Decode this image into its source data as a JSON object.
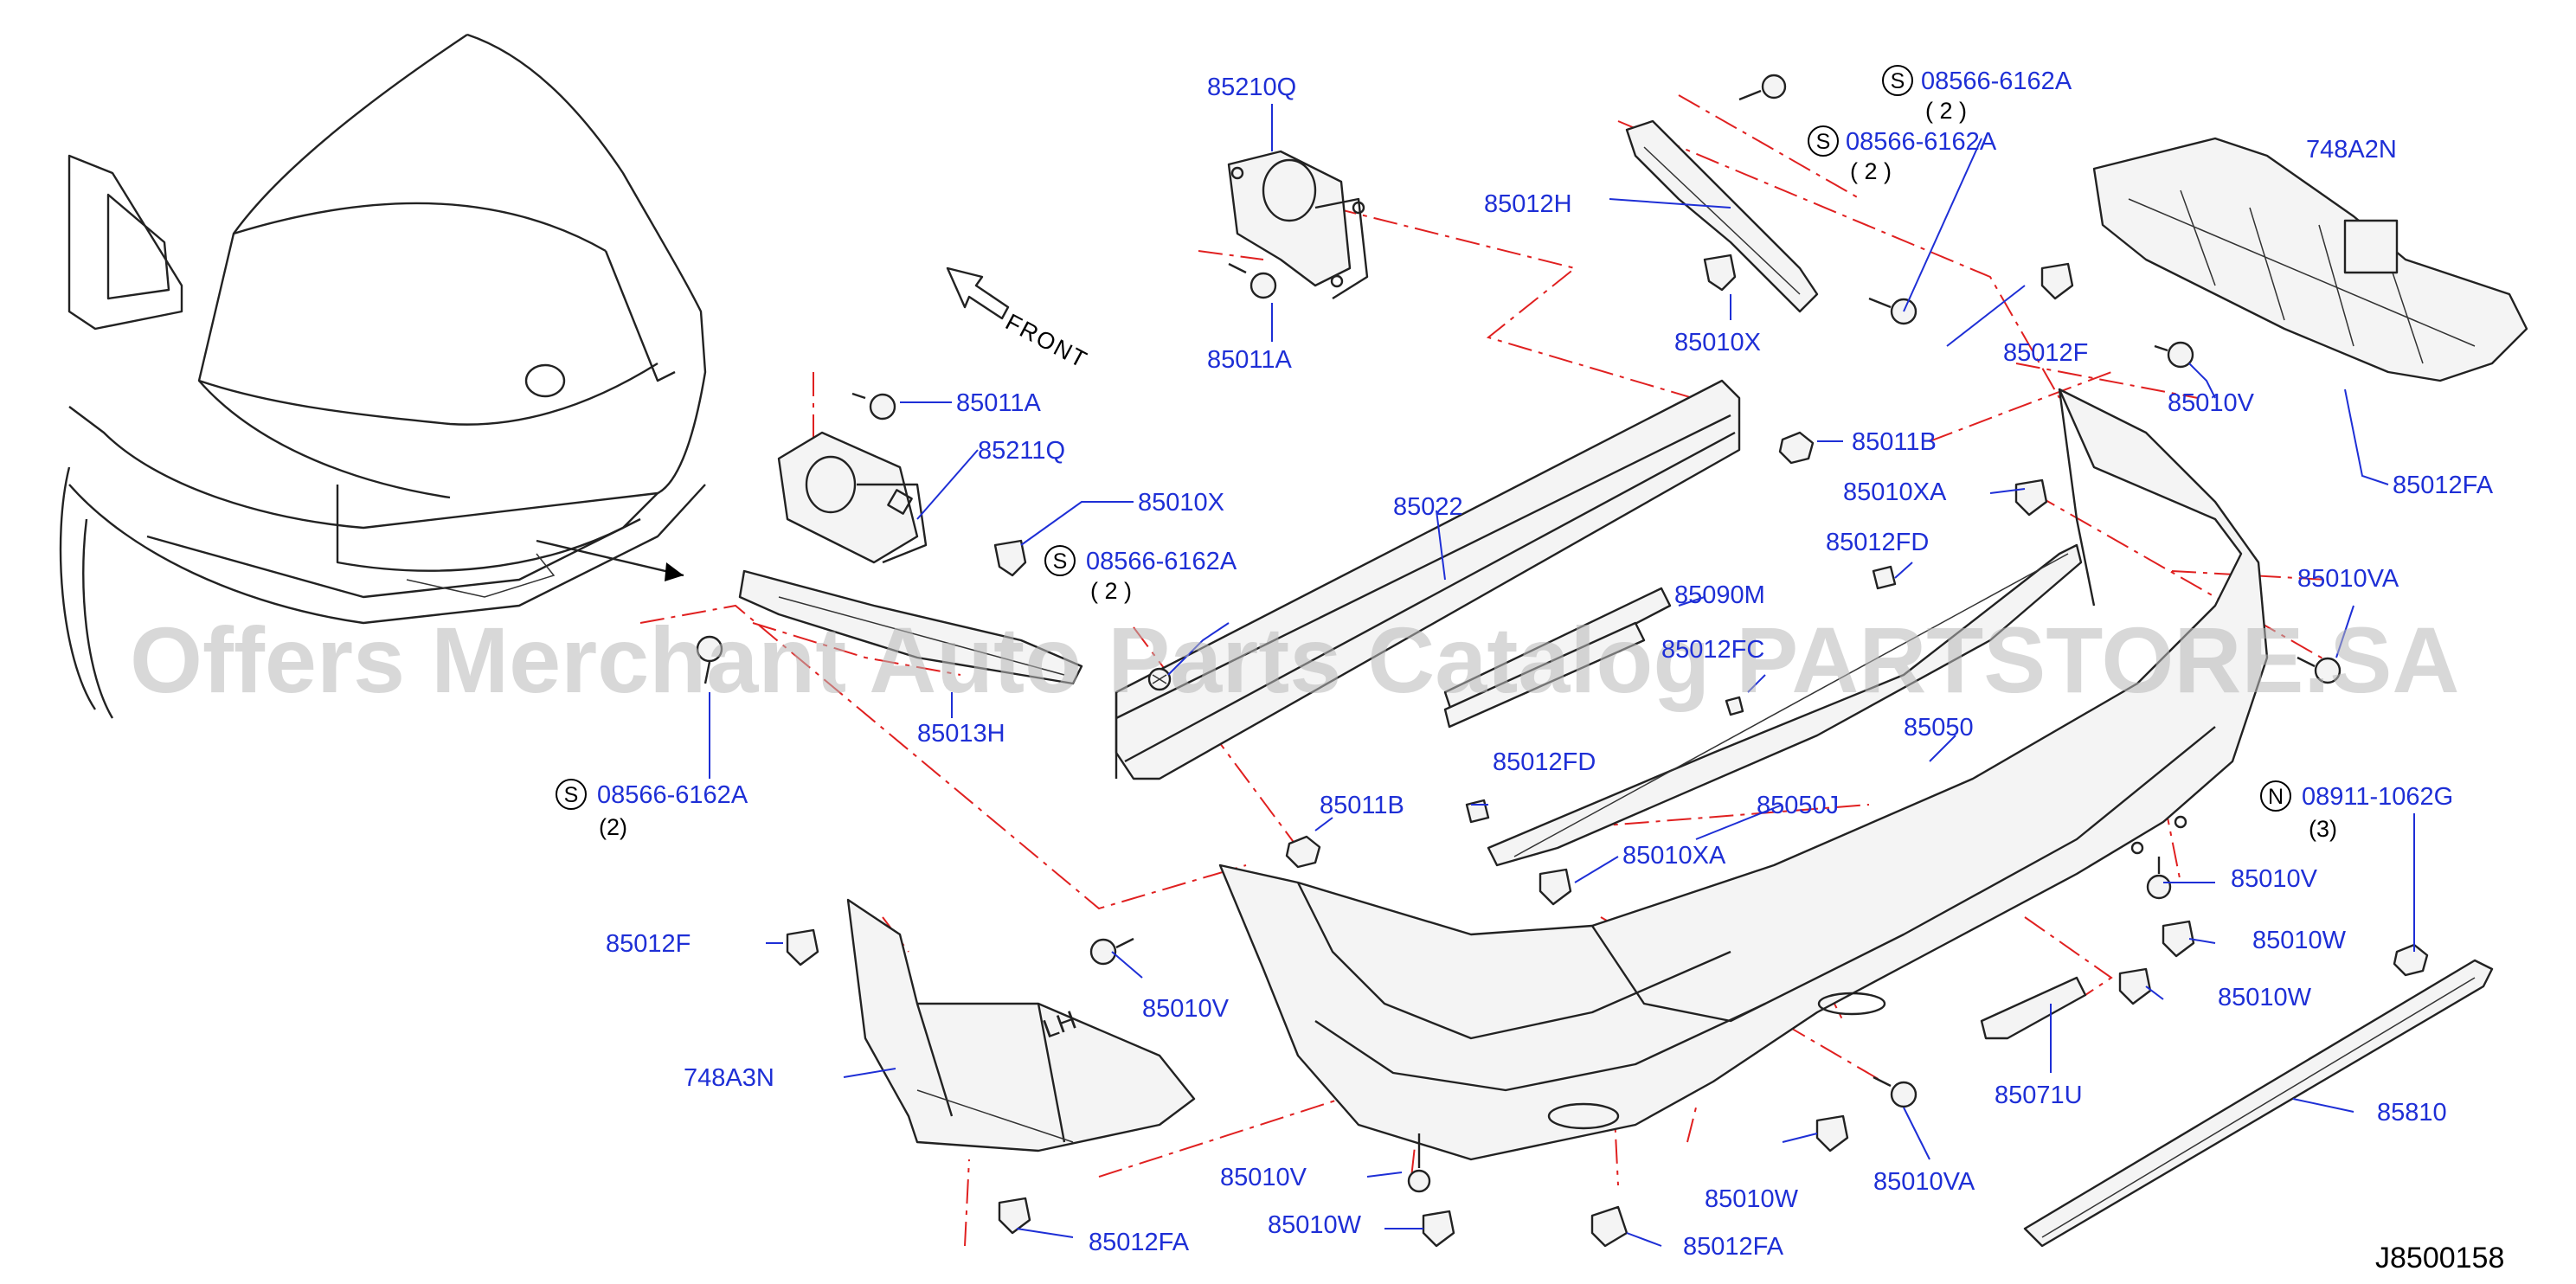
{
  "diagram_id": "J8500158",
  "watermark": "Offers Merchant Auto Parts Catalog PARTSTORE.SA",
  "front_label": "FRONT",
  "parts": {
    "p85210Q": "85210Q",
    "p85011A_top": "85011A",
    "p85011A_mid": "85011A",
    "p85211Q": "85211Q",
    "p85010X_left": "85010X",
    "p85013H": "85013H",
    "p85012H": "85012H",
    "p85010X_top": "85010X",
    "p85022": "85022",
    "p85011B_top": "85011B",
    "p85011B_bottom": "85011B",
    "p85010XA_top": "85010XA",
    "p85012FD_top": "85012FD",
    "p85090M": "85090M",
    "p85012FC": "85012FC",
    "p85050": "85050",
    "p85012FD_bottom": "85012FD",
    "p85050J": "85050J",
    "p85010XA_bottom": "85010XA",
    "p748A2N": "748A2N",
    "p85012F_right": "85012F",
    "p85010V_topright": "85010V",
    "p85012FA_right": "85012FA",
    "p85010VA_right": "85010VA",
    "p85010V_midright": "85010V",
    "p85010W_right1": "85010W",
    "p85010W_right2": "85010W",
    "p85071U": "85071U",
    "p85810": "85810",
    "p85010VA_bottom": "85010VA",
    "p85010W_bottom": "85010W",
    "p85012FA_bottom": "85012FA",
    "p85010V_bottomleft": "85010V",
    "p85010W_bottomleft": "85010W",
    "p85012F_left": "85012F",
    "p85010V_left": "85010V",
    "p748A3N": "748A3N",
    "p85012FA_left": "85012FA"
  },
  "screws": {
    "s1_code": "08566-6162A",
    "s1_qty": "( 2    )",
    "s2_code": "08566-6162A",
    "s2_qty": "( 2    )",
    "s3_code": "08566-6162A",
    "s3_qty": "( 2    )",
    "s4_code": "08566-6162A",
    "s4_qty": "(2)",
    "n1_code": "08911-1062G",
    "n1_qty": "(3)"
  },
  "symbols": {
    "screw": "S",
    "nut": "N"
  }
}
